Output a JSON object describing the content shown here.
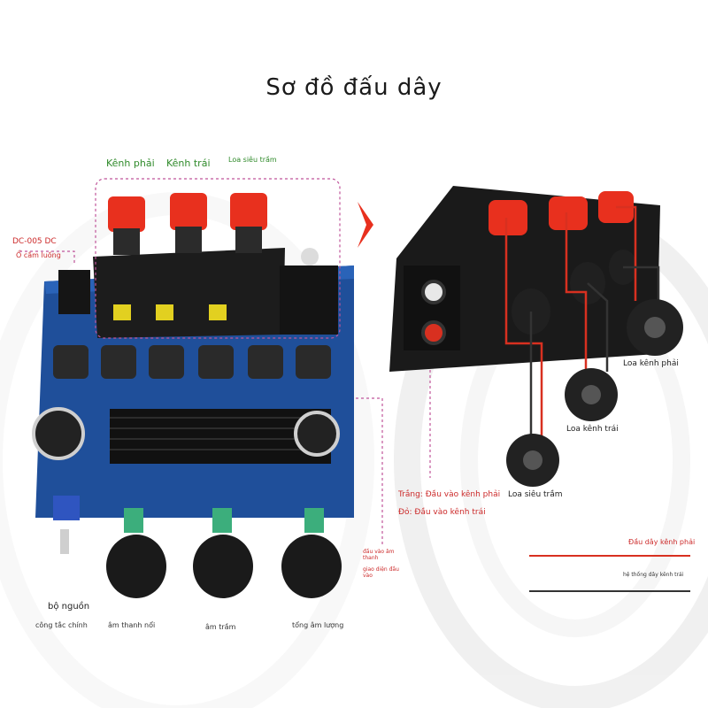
{
  "title": "Sơ đồ đấu dây",
  "labels": {
    "kenh_phai": "Kênh phải",
    "kenh_trai": "Kênh trái",
    "loa_sieu_tram": "Loa siêu trầm",
    "dc_005": "DC-005 DC",
    "o_cam_nguon": "Ổ cắm luồng",
    "bo_nguon": "bộ nguồn",
    "cong_tac_chinh": "công tắc chính",
    "am_thanh_noi": "âm thanh nổi",
    "am_tram": "âm trầm",
    "tong_am_luong": "tổng âm lượng",
    "dau_vao_am_thanh": "đầu vào âm thanh",
    "giao_dien_dau_vao": "giao diện đầu vào",
    "trang_dau_vao": "Trắng: Đầu vào kênh phải",
    "do_dau_vao": "Đỏ: Đầu vào kênh trái",
    "loa_kenh_phai": "Loa kênh phải",
    "loa_kenh_trai": "Loa kênh trái",
    "loa_sieu_tram_right": "Loa siêu trầm",
    "dau_day_kenh_phai": "Đầu dây kênh phải",
    "he_thong_day_kenh_trai": "hệ thống dây kênh trái"
  },
  "colors": {
    "title": "#1a1a1a",
    "green_label": "#2f8a2a",
    "red_label": "#cc2a2a",
    "dashed_line": "#c0559a",
    "board": "#1f4f9a",
    "terminal_red": "#e8301e",
    "heatsink": "#111111"
  }
}
